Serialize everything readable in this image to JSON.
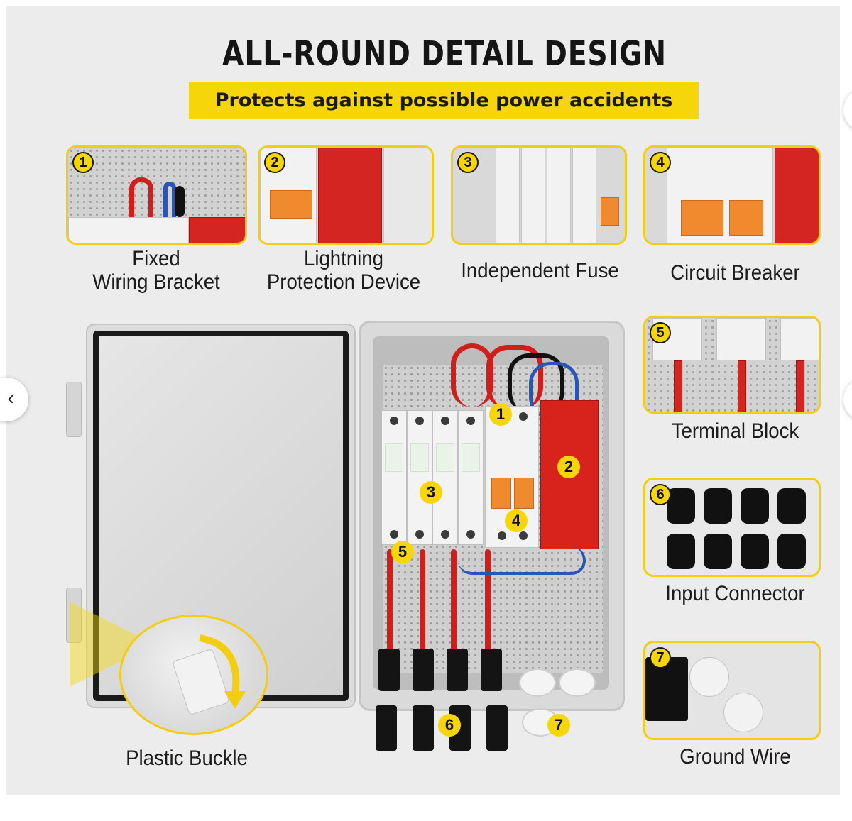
{
  "header": {
    "title": "ALL-ROUND DETAIL DESIGN",
    "subtitle": "Protects against possible power accidents"
  },
  "features": [
    {
      "number": "1",
      "label_line1": "Fixed",
      "label_line2": "Wiring Bracket"
    },
    {
      "number": "2",
      "label_line1": "Lightning",
      "label_line2": "Protection Device"
    },
    {
      "number": "3",
      "label": "Independent Fuse"
    },
    {
      "number": "4",
      "label": "Circuit Breaker"
    },
    {
      "number": "5",
      "label": "Terminal Block"
    },
    {
      "number": "6",
      "label": "Input Connector"
    },
    {
      "number": "7",
      "label": "Ground Wire"
    }
  ],
  "buckle": {
    "label": "Plastic Buckle"
  },
  "navigation": {
    "prev_glyph": "‹"
  },
  "colors": {
    "accent_yellow": "#f6d60b",
    "background": "#ececec",
    "spd_red": "#d8231d"
  }
}
